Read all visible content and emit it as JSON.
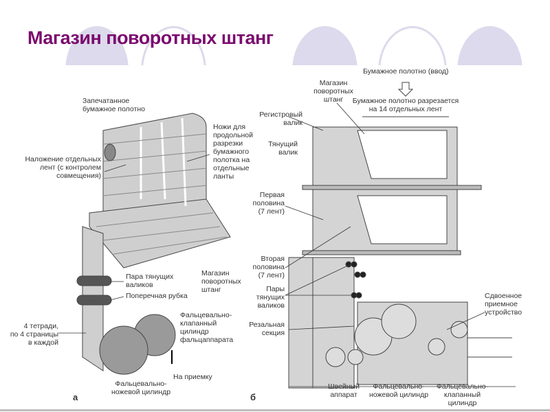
{
  "slide": {
    "title": "Магазин поворотных штанг",
    "accent_color": "#7b0b6e",
    "decoration_color": "#dcdaec"
  },
  "figure_a": {
    "letter": "а",
    "labels": {
      "sealed_web": "Запечатанное\nбумажное полотно",
      "knives": "Ножи для\nпродольной\nразрезки\nбумажного\nполотка на\nотдельные\nланты",
      "overlay": "Наложение отдельных\nлент (с контролем\nсовмещения)",
      "pull_rollers": "Пара тянущих\nвaликов",
      "cross_cut": "Поперечная рубка",
      "turner_bars": "Магазин\nповоротных\nштанг",
      "signatures": "4 тетради,\nпо 4 страницы\nв каждой",
      "flap_cylinder": "Фальцевально-\nклапанный\nцилиндр\nфальцаппарата",
      "to_delivery": "На приемку",
      "knife_cylinder": "Фальцевально-\nножевой цилиндр"
    }
  },
  "figure_b": {
    "letter": "б",
    "labels": {
      "web_input": "Бумажное полотно (ввод)",
      "turner_bars": "Магазин\nповоротных\nштанг",
      "web_cut": "Бумажное полотно разрезается\nна 14 отдельных лент",
      "register_roller": "Регистровый\nвалик",
      "pull_roller": "Тянущий\nвалик",
      "first_half": "Первая\nполовина\n(7 лент)",
      "second_half": "Вторая\nполовина\n(7 лент)",
      "pull_roller_pairs": "Пары\nтянущих\nваликов",
      "cutting_section": "Резальная\nсекция",
      "double_delivery": "Сдвоенное\nприемное\nустройство",
      "stitcher": "Швейный\nаппарат",
      "knife_cylinder": "Фальцевально-\nножевой цилиндр",
      "flap_cylinder": "Фальцевально-\nклапанный\nцилиндр"
    }
  }
}
